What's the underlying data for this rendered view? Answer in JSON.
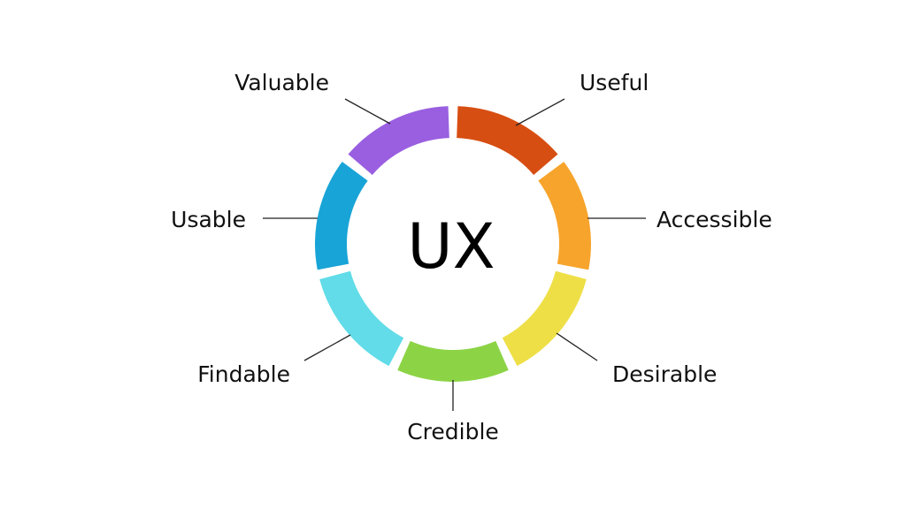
{
  "center": {
    "label": "UX"
  },
  "facets": [
    {
      "id": "useful",
      "label": "Useful",
      "color": "#D74E12"
    },
    {
      "id": "accessible",
      "label": "Accessible",
      "color": "#F7A42C"
    },
    {
      "id": "desirable",
      "label": "Desirable",
      "color": "#EEDF47"
    },
    {
      "id": "credible",
      "label": "Credible",
      "color": "#8CD446"
    },
    {
      "id": "findable",
      "label": "Findable",
      "color": "#61DCE8"
    },
    {
      "id": "usable",
      "label": "Usable",
      "color": "#18A4D7"
    },
    {
      "id": "valuable",
      "label": "Valuable",
      "color": "#9A5FE0"
    }
  ]
}
